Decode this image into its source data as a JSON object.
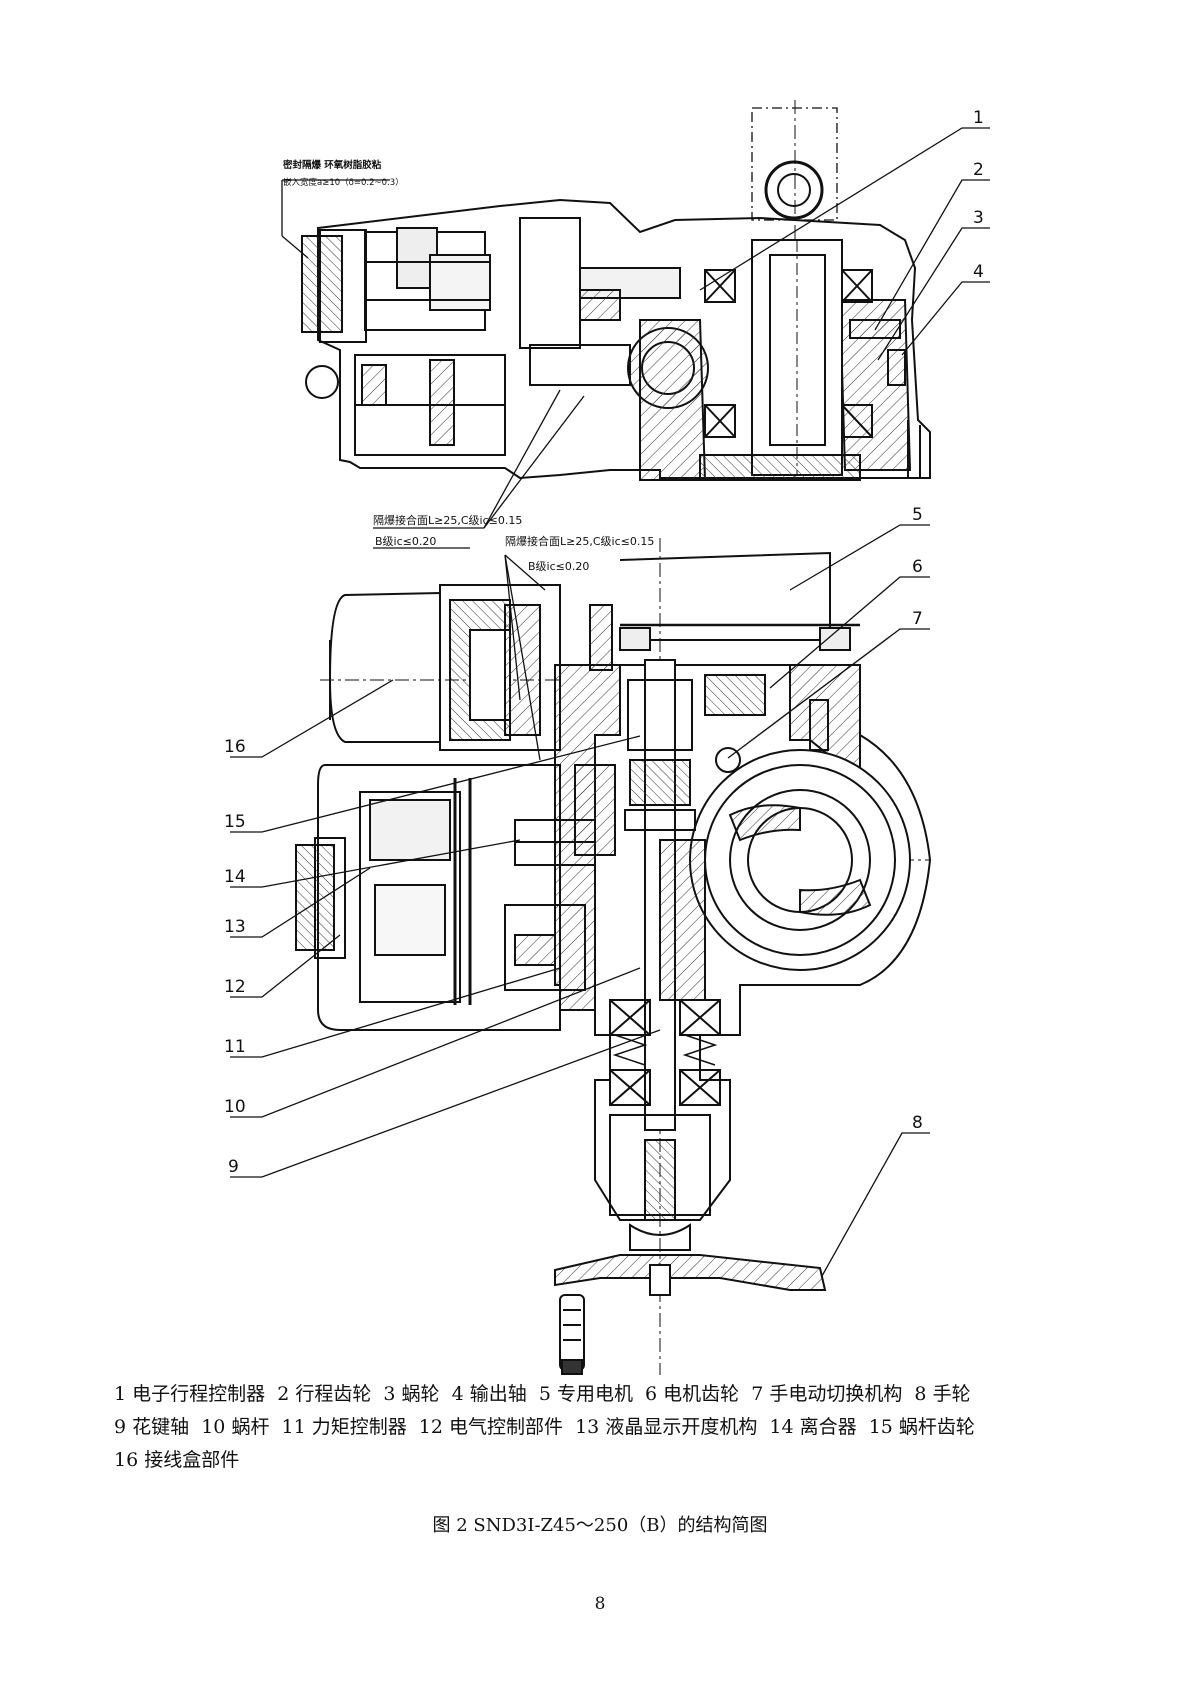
{
  "upper_view": {
    "note_seal": "密封隔爆 环氧树脂胶粘",
    "note_depth": "嵌入宽度a≥10（δ=0.2~0.3）",
    "note_joint": "隔爆接合面L≥25,C级ic≤0.15",
    "note_class_b": "B级ic≤0.20"
  },
  "lower_view": {
    "note_joint": "隔爆接合面L≥25,C级ic≤0.15",
    "note_class_b": "B级ic≤0.20"
  },
  "callouts": [
    "1",
    "2",
    "3",
    "4",
    "5",
    "6",
    "7",
    "8",
    "9",
    "10",
    "11",
    "12",
    "13",
    "14",
    "15",
    "16"
  ],
  "legend": {
    "lines": [
      [
        {
          "num": "1",
          "name": "电子行程控制器"
        },
        {
          "num": "2",
          "name": "行程齿轮"
        },
        {
          "num": "3",
          "name": "蜗轮"
        },
        {
          "num": "4",
          "name": "输出轴"
        },
        {
          "num": "5",
          "name": "专用电机"
        },
        {
          "num": "6",
          "name": "电机齿轮"
        },
        {
          "num": "7",
          "name": "手电动切换机构"
        },
        {
          "num": "8",
          "name": "手轮"
        }
      ],
      [
        {
          "num": "9",
          "name": "花键轴"
        },
        {
          "num": "10",
          "name": "蜗杆"
        },
        {
          "num": "11",
          "name": "力矩控制器"
        },
        {
          "num": "12",
          "name": "电气控制部件"
        },
        {
          "num": "13",
          "name": "液晶显示开度机构"
        },
        {
          "num": "14",
          "name": "离合器"
        },
        {
          "num": "15",
          "name": "蜗杆齿轮"
        }
      ],
      [
        {
          "num": "16",
          "name": "接线盒部件"
        }
      ]
    ]
  },
  "caption": "图 2    SND3I-Z45～250（B）的结构简图",
  "page_number": "8"
}
